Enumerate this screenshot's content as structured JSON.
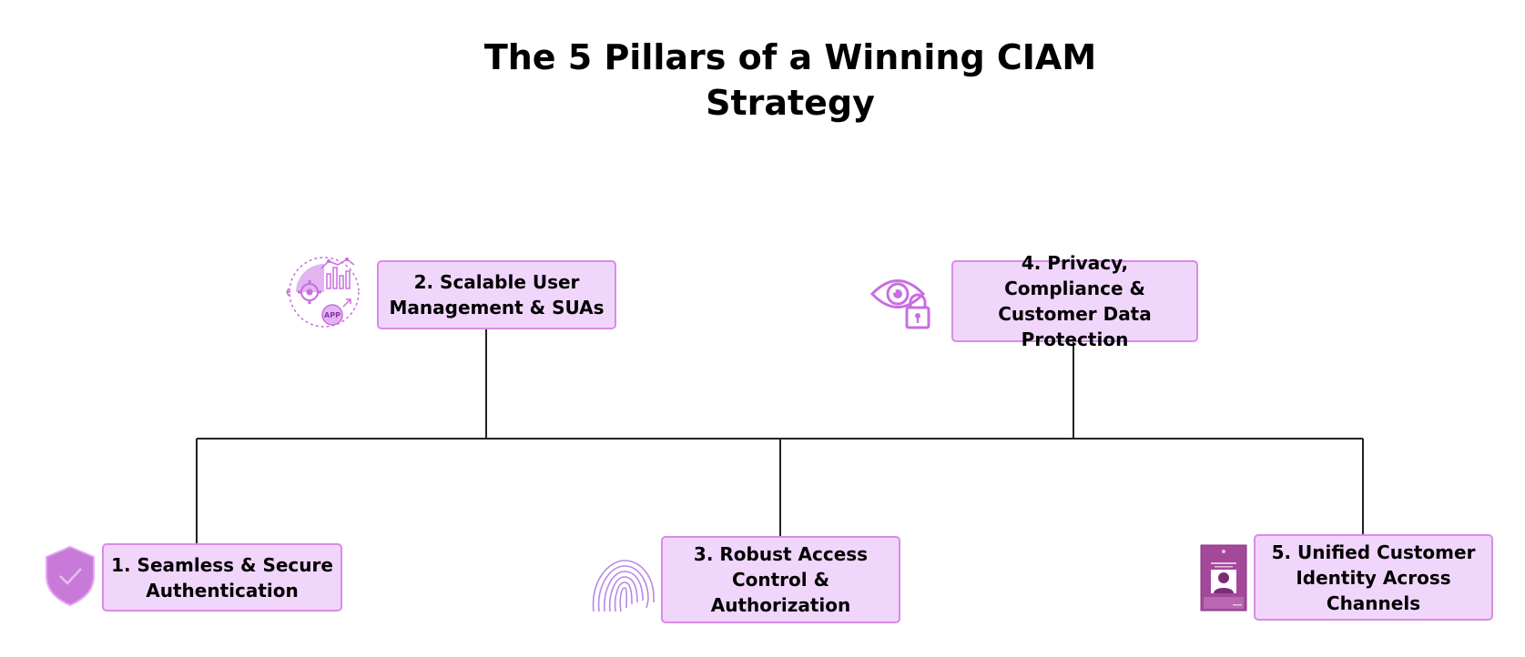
{
  "title": {
    "line1": "The 5 Pillars of a Winning CIAM",
    "line2": "Strategy"
  },
  "colors": {
    "node_fill": "#f1d6fb",
    "node_border": "#d98be8",
    "icon_accent": "#c86ee0",
    "connector": "#222222"
  },
  "pillars": [
    {
      "label": "1. Seamless & Secure Authentication",
      "icon": "shield-check-icon"
    },
    {
      "label": "2. Scalable User Management & SUAs",
      "icon": "app-management-gear-chart-icon"
    },
    {
      "label": "3. Robust Access Control & Authorization",
      "icon": "fingerprint-icon"
    },
    {
      "label": "4. Privacy, Compliance & Customer Data Protection",
      "icon": "eye-lock-icon"
    },
    {
      "label": "5. Unified Customer Identity Across Channels",
      "icon": "id-card-profile-icon"
    }
  ]
}
